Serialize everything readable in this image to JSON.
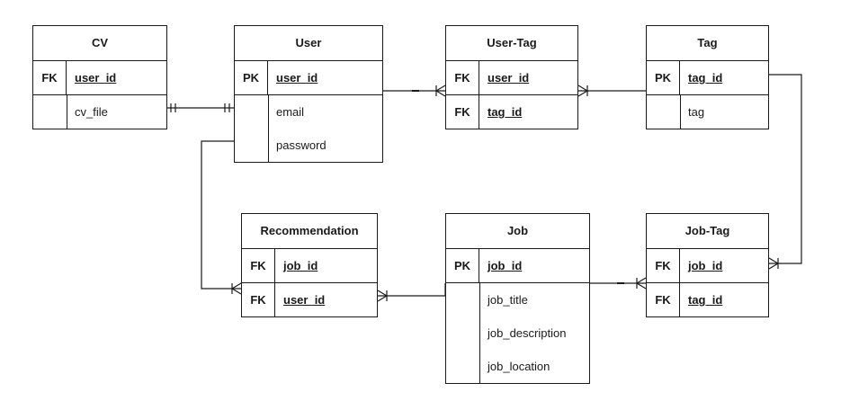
{
  "entities": {
    "cv": {
      "title": "CV",
      "keys": [
        {
          "type": "FK",
          "field": "user_id"
        }
      ],
      "attributes": [
        "cv_file"
      ]
    },
    "user": {
      "title": "User",
      "keys": [
        {
          "type": "PK",
          "field": "user_id"
        }
      ],
      "attributes": [
        "email",
        "password"
      ]
    },
    "user_tag": {
      "title": "User-Tag",
      "keys": [
        {
          "type": "FK",
          "field": "user_id"
        },
        {
          "type": "FK",
          "field": "tag_id"
        }
      ],
      "attributes": []
    },
    "tag": {
      "title": "Tag",
      "keys": [
        {
          "type": "PK",
          "field": "tag_id"
        }
      ],
      "attributes": [
        "tag"
      ]
    },
    "recommendation": {
      "title": "Recommendation",
      "keys": [
        {
          "type": "FK",
          "field": "job_id"
        },
        {
          "type": "FK",
          "field": "user_id"
        }
      ],
      "attributes": []
    },
    "job": {
      "title": "Job",
      "keys": [
        {
          "type": "PK",
          "field": "job_id"
        }
      ],
      "attributes": [
        "job_title",
        "job_description",
        "job_location"
      ]
    },
    "job_tag": {
      "title": "Job-Tag",
      "keys": [
        {
          "type": "FK",
          "field": "job_id"
        },
        {
          "type": "FK",
          "field": "tag_id"
        }
      ],
      "attributes": []
    }
  },
  "relationships": [
    {
      "from": "cv",
      "to": "user",
      "from_cardinality": "one-and-only-one",
      "to_cardinality": "one-and-only-one"
    },
    {
      "from": "user",
      "to": "user_tag",
      "from_cardinality": "one",
      "to_cardinality": "one-or-many"
    },
    {
      "from": "tag",
      "to": "user_tag",
      "from_cardinality": "one",
      "to_cardinality": "one-or-many"
    },
    {
      "from": "user",
      "to": "recommendation",
      "from_cardinality": "one",
      "to_cardinality": "one-or-many"
    },
    {
      "from": "job",
      "to": "recommendation",
      "from_cardinality": "one",
      "to_cardinality": "one-or-many"
    },
    {
      "from": "job",
      "to": "job_tag",
      "from_cardinality": "one",
      "to_cardinality": "one-or-many"
    },
    {
      "from": "tag",
      "to": "job_tag",
      "from_cardinality": "one",
      "to_cardinality": "one-or-many"
    }
  ],
  "colors": {
    "line": "#1a1a1a",
    "background": "#ffffff"
  }
}
